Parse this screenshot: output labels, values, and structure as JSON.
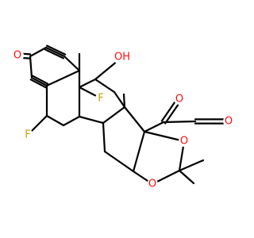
{
  "diagram": {
    "type": "skeletal-structure",
    "colors": {
      "bond": "#000000",
      "oxygen": "#ff0d0d",
      "fluorine": "#c8a000",
      "carbon": "#000000",
      "background": "#ffffff"
    },
    "atom_labels": [
      {
        "id": "o-ketone-a-ring",
        "text": "O",
        "element": "O"
      },
      {
        "id": "oh-c11",
        "text": "OH",
        "element": "O"
      },
      {
        "id": "f-c9",
        "text": "F",
        "element": "F"
      },
      {
        "id": "f-c6",
        "text": "F",
        "element": "F"
      },
      {
        "id": "o-ketone-c20",
        "text": "O",
        "element": "O"
      },
      {
        "id": "o-aldehyde",
        "text": "O",
        "element": "O"
      },
      {
        "id": "o-dioxolane-17",
        "text": "O",
        "element": "O"
      },
      {
        "id": "o-dioxolane-16",
        "text": "O",
        "element": "O"
      }
    ],
    "methyl_groups": [
      "methyl-c10",
      "methyl-c13",
      "methyl-acetonide-1",
      "methyl-acetonide-2"
    ]
  }
}
